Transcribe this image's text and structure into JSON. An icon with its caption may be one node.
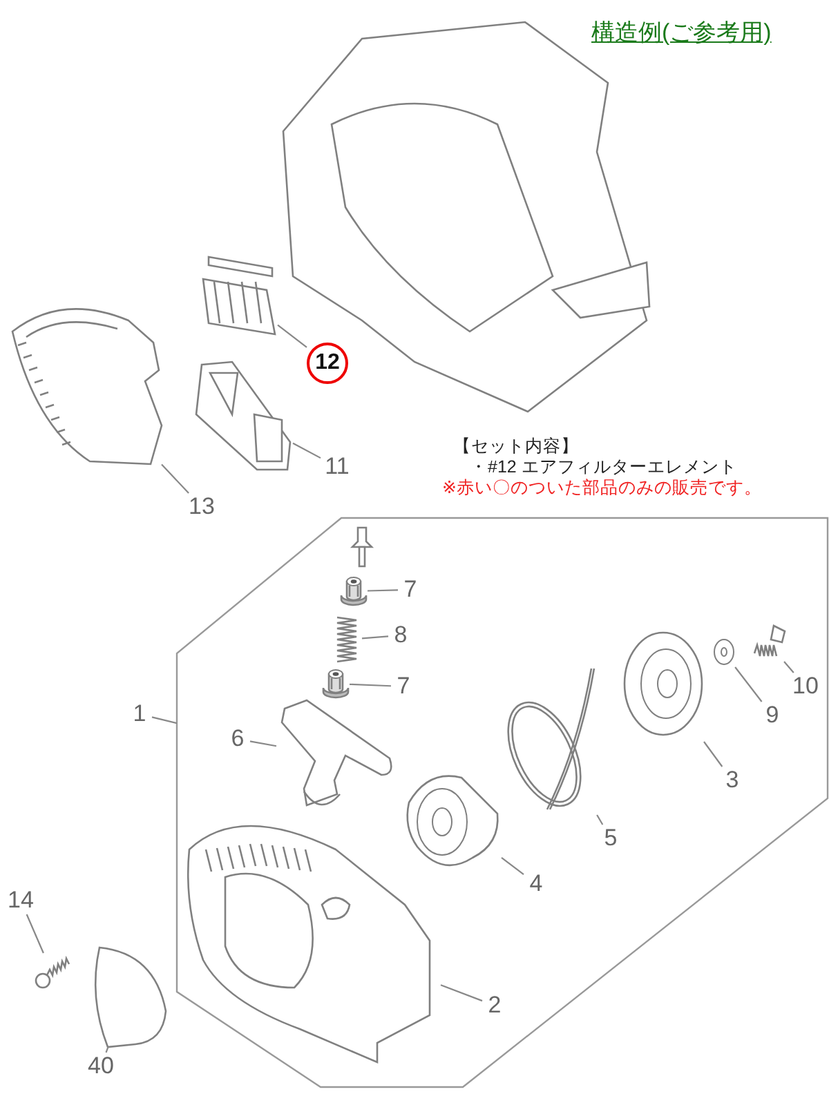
{
  "diagram": {
    "title": "構造例(ご参考用)",
    "nodes": [
      {
        "text": [
          "12"
        ]
      },
      {
        "text": [],
        "shape": "picture"
      },
      {
        "text": [
          "11"
        ]
      },
      {
        "text": [],
        "shape": "picture"
      },
      {
        "text": [
          "13"
        ]
      },
      {
        "text": [],
        "shape": "picture"
      },
      {
        "text": [
          "1"
        ]
      },
      {
        "text": [],
        "shape": "box"
      },
      {
        "text": [
          "7"
        ],
        "in": 7
      },
      {
        "text": [],
        "shape": "picture",
        "in": 7
      },
      {
        "text": [
          "8"
        ],
        "in": 7
      },
      {
        "text": [],
        "shape": "picture",
        "in": 7
      },
      {
        "text": [
          "7"
        ],
        "in": 7
      },
      {
        "text": [],
        "shape": "picture",
        "in": 7
      },
      {
        "text": [
          "10"
        ],
        "in": 7
      },
      {
        "text": [],
        "shape": "picture",
        "in": 7
      },
      {
        "text": [
          "9"
        ],
        "in": 7
      },
      {
        "text": [],
        "shape": "picture",
        "in": 7
      },
      {
        "text": [
          "6"
        ],
        "in": 7
      },
      {
        "text": [],
        "shape": "picture",
        "in": 7
      },
      {
        "text": [
          "3"
        ],
        "in": 7
      },
      {
        "text": [],
        "shape": "picture",
        "in": 7
      },
      {
        "text": [
          "5"
        ],
        "in": 7
      },
      {
        "text": [],
        "shape": "picture",
        "in": 7
      },
      {
        "text": [
          "4"
        ],
        "in": 7
      },
      {
        "text": [],
        "shape": "picture",
        "in": 7
      },
      {
        "text": [
          "2"
        ],
        "in": 7
      },
      {
        "text": [],
        "shape": "picture",
        "in": 7
      },
      {
        "text": [
          "14"
        ]
      },
      {
        "text": [],
        "shape": "picture"
      },
      {
        "text": [
          "40"
        ]
      },
      {
        "text": [],
        "shape": "picture"
      }
    ],
    "edges": [
      {
        "from": 0,
        "to": 1,
        "arrow": "none"
      },
      {
        "from": 2,
        "to": 3,
        "arrow": "none"
      },
      {
        "from": 4,
        "to": 5,
        "arrow": "none"
      },
      {
        "from": 6,
        "to": 7,
        "arrow": "none"
      },
      {
        "from": 8,
        "to": 9,
        "arrow": "none"
      },
      {
        "from": 10,
        "to": 11,
        "arrow": "none"
      },
      {
        "from": 12,
        "to": 13,
        "arrow": "none"
      },
      {
        "from": 14,
        "to": 15,
        "arrow": "none"
      },
      {
        "from": 16,
        "to": 17,
        "arrow": "none"
      },
      {
        "from": 18,
        "to": 19,
        "arrow": "none"
      },
      {
        "from": 20,
        "to": 21,
        "arrow": "none"
      },
      {
        "from": 22,
        "to": 23,
        "arrow": "none"
      },
      {
        "from": 24,
        "to": 25,
        "arrow": "none"
      },
      {
        "from": 26,
        "to": 27,
        "arrow": "none"
      },
      {
        "from": 28,
        "to": 29,
        "arrow": "none"
      },
      {
        "from": 30,
        "to": 31,
        "arrow": "none"
      }
    ],
    "labels": [
      "【セット内容】",
      "・#12 エアフィルターエレメント",
      "※赤い〇のついた部品のみの販売です。"
    ]
  }
}
